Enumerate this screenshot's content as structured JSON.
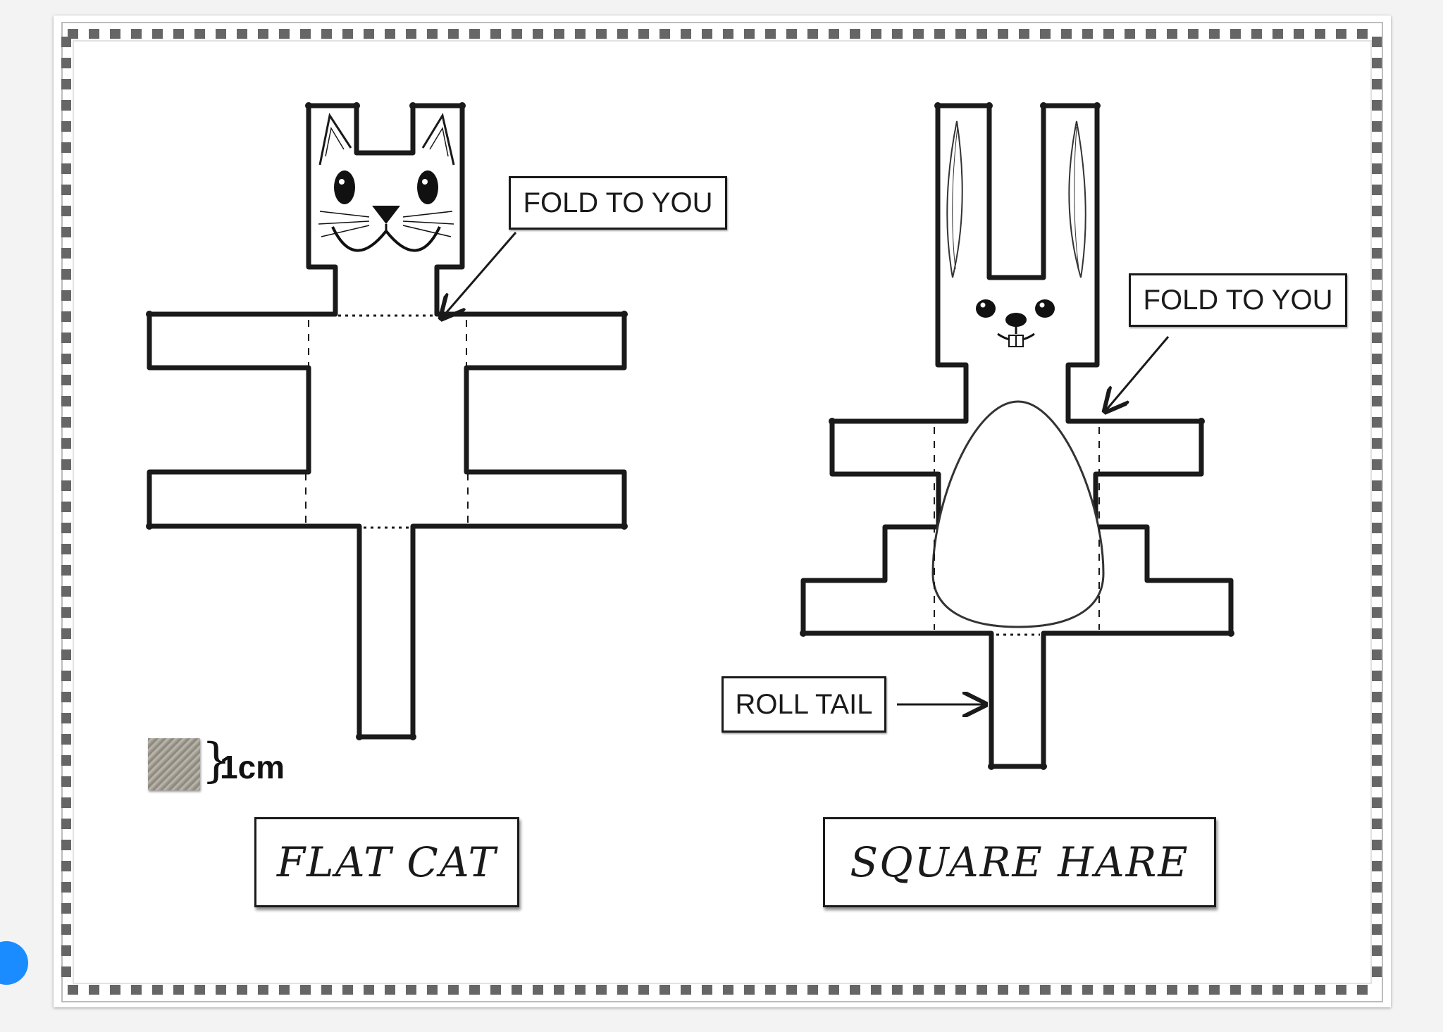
{
  "cat": {
    "fold_label": "FOLD TO YOU",
    "title": "FLAT CAT"
  },
  "hare": {
    "fold_label": "FOLD TO YOU",
    "roll_label": "ROLL TAIL",
    "title": "SQUARE HARE"
  },
  "scale": {
    "label": "1cm"
  },
  "colors": {
    "ink": "#1a1a1a",
    "border_squares": "#666666",
    "paper": "#ffffff",
    "background": "#f3f3f4",
    "accent_dot": "#1a8cff"
  }
}
